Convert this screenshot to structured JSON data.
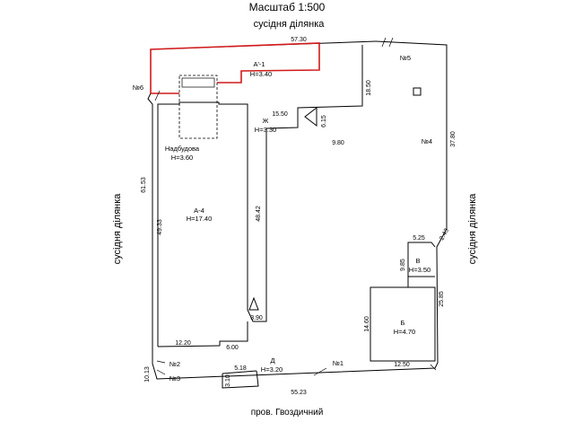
{
  "title": "Масштаб  1:500",
  "neighbors": {
    "top": "сусідня ділянка",
    "left": "сусідня ділянка",
    "right": "сусідня ділянка"
  },
  "street": "пров. Гвоздичний",
  "buildings": {
    "a_prime_1": {
      "name": "А'-1",
      "height": "Н=3.40"
    },
    "a4": {
      "name": "А-4",
      "height": "Н=17.40"
    },
    "nadbudova": {
      "name": "Надбудова",
      "height": "Н=3.60"
    },
    "zh": {
      "name": "Ж",
      "height": "Н=3.30"
    },
    "v": {
      "name": "В",
      "height": "Н=3.50"
    },
    "b": {
      "name": "Б",
      "height": "Н=4.70"
    },
    "d": {
      "name": "Д",
      "height": "Н=3.20"
    }
  },
  "points": {
    "n1": "№1",
    "n2": "№2",
    "n3": "№3",
    "n4": "№4",
    "n5": "№5",
    "n6": "№6"
  },
  "dimensions": {
    "top": "57.30",
    "d1850": "18.50",
    "d1550": "15.50",
    "d615": "6.15",
    "d980": "9.80",
    "d3780": "37.80",
    "d6153": "61.53",
    "d4933": "49.33",
    "d4842": "48.42",
    "d390": "3.90",
    "d1220": "12.20",
    "d600": "6.00",
    "d525": "5.25",
    "d243": "2.43",
    "d985": "9.85",
    "d2585": "25.85",
    "d1460": "14.60",
    "d1250": "12.50",
    "d1013": "10.13",
    "d518": "5.18",
    "d310": "3.10",
    "d5523": "55.23"
  }
}
